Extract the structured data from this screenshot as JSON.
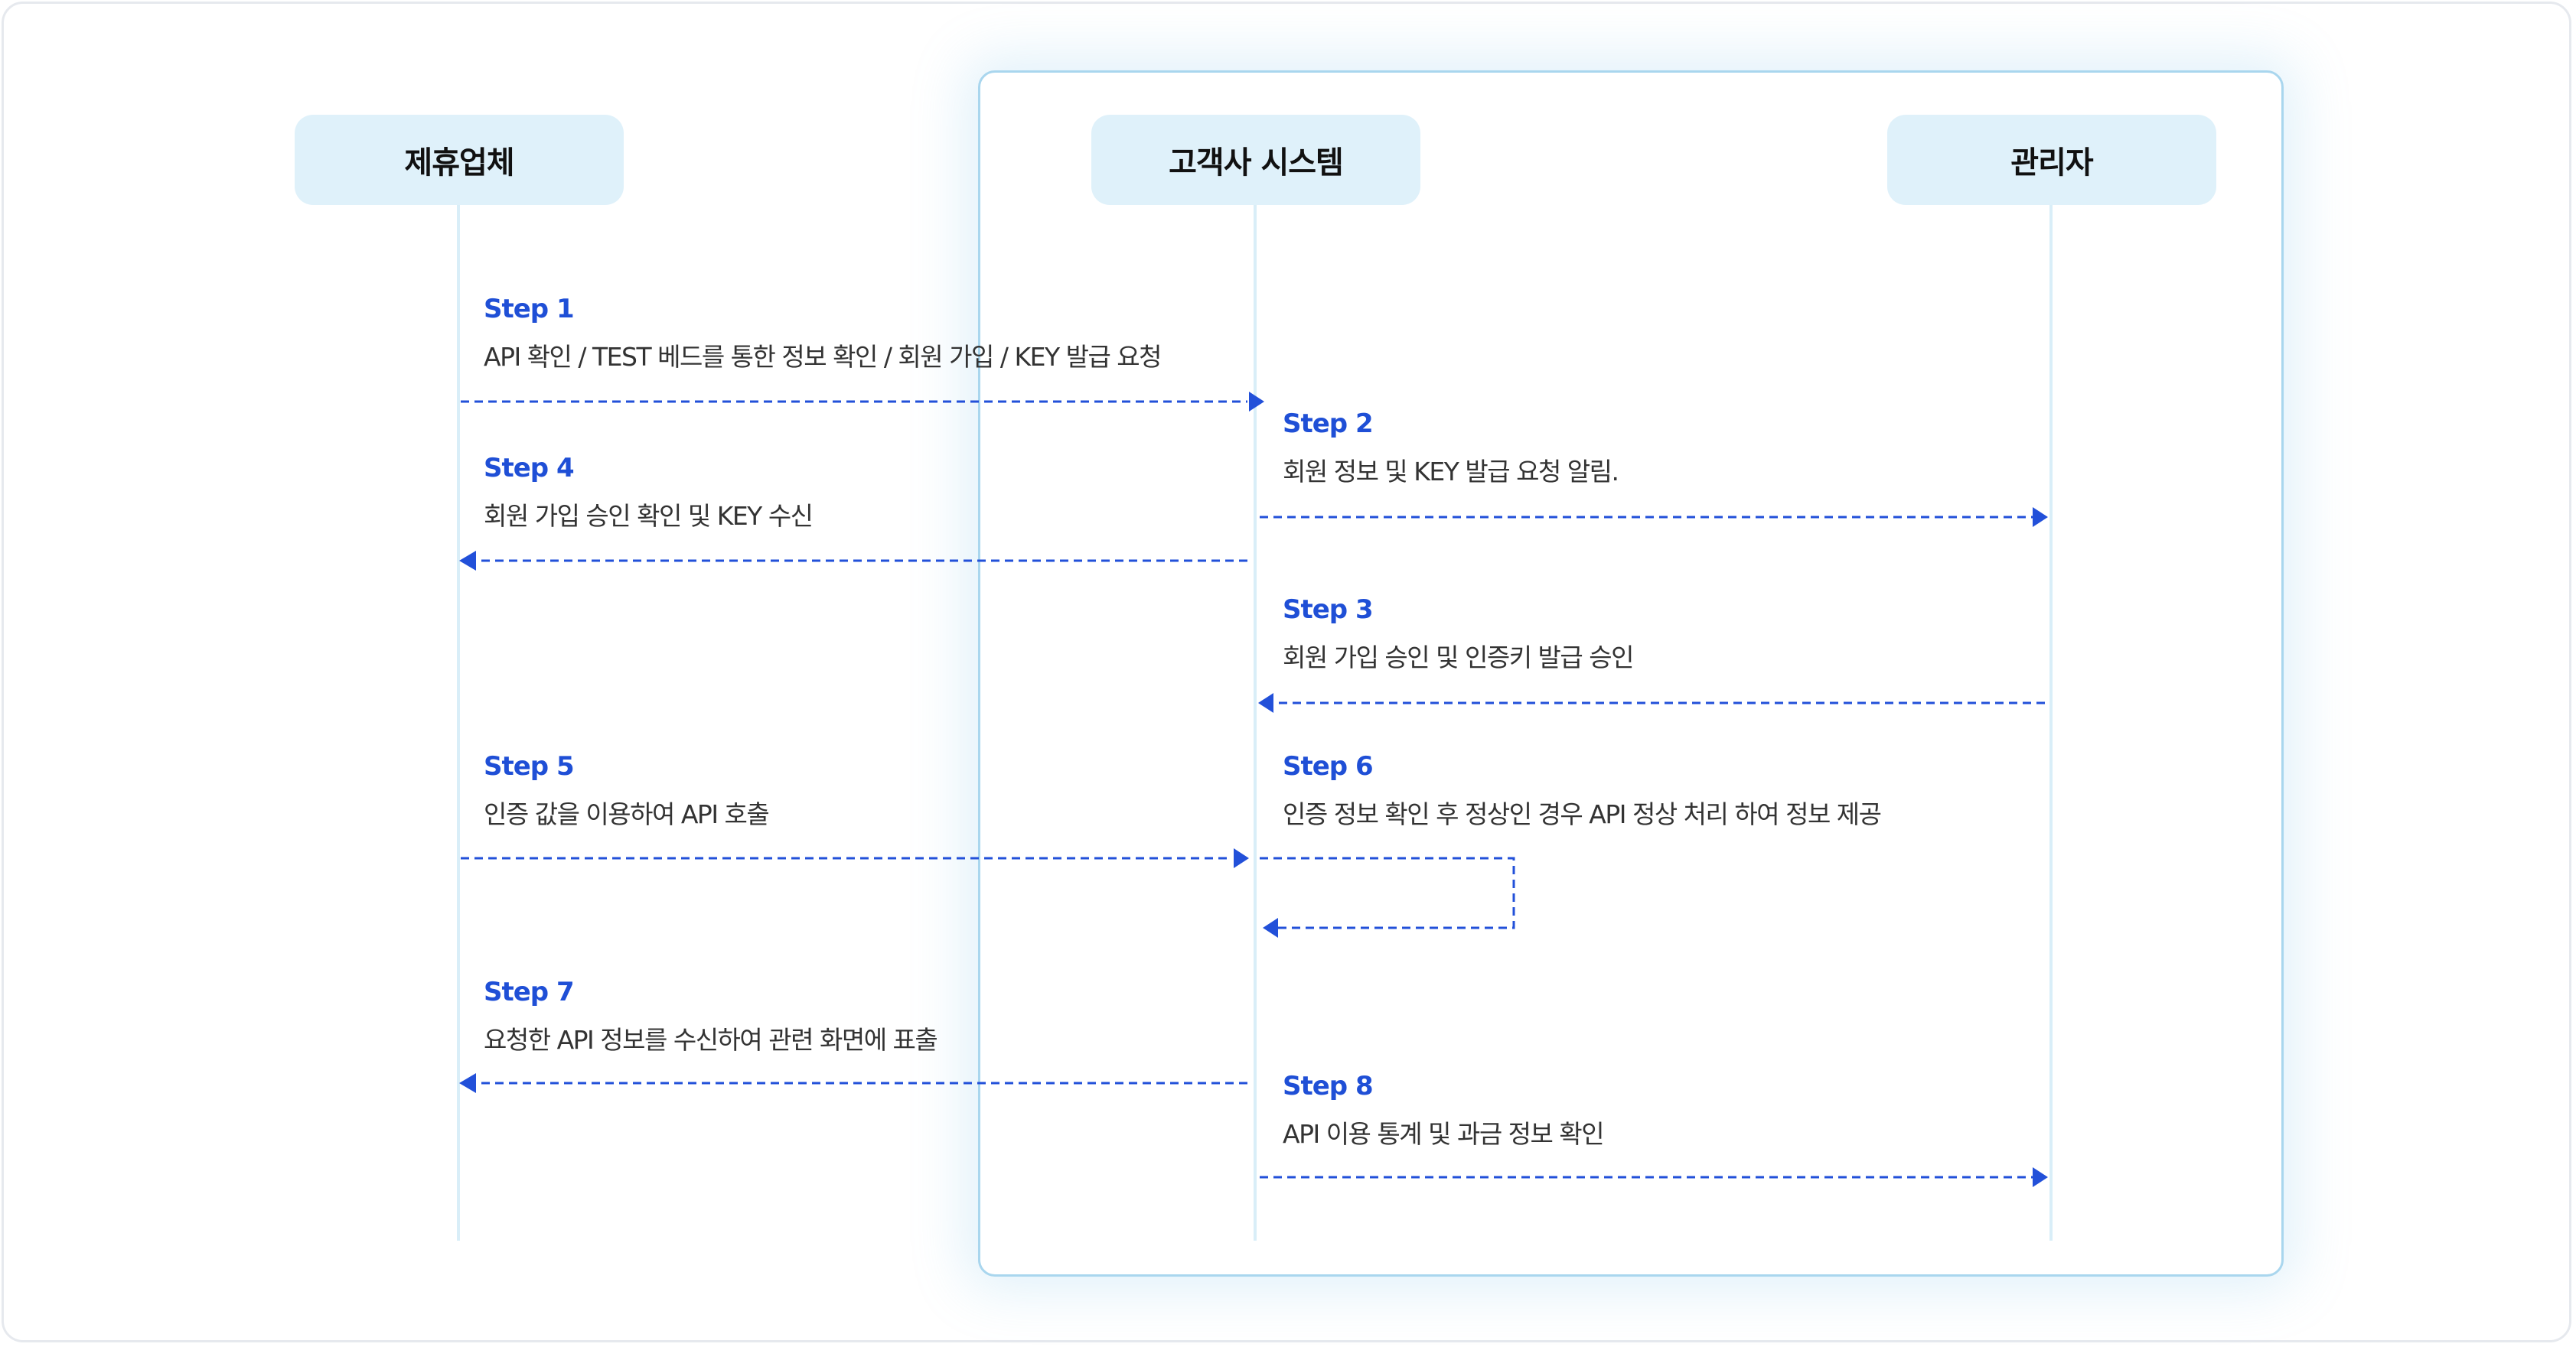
{
  "actors": {
    "partner": "제휴업체",
    "system": "고객사 시스템",
    "admin": "관리자"
  },
  "steps": [
    {
      "title": "Step 1",
      "desc": "API 확인 / TEST 베드를 통한 정보 확인 / 회원 가입 / KEY 발급 요청"
    },
    {
      "title": "Step 2",
      "desc": "회원 정보 및 KEY 발급 요청 알림."
    },
    {
      "title": "Step 3",
      "desc": "회원 가입 승인 및 인증키 발급 승인"
    },
    {
      "title": "Step 4",
      "desc": "회원 가입 승인 확인 및 KEY 수신"
    },
    {
      "title": "Step 5",
      "desc": "인증 값을 이용하여 API 호출"
    },
    {
      "title": "Step 6",
      "desc": "인증 정보 확인 후 정상인 경우 API 정상 처리 하여 정보 제공"
    },
    {
      "title": "Step 7",
      "desc": "요청한 API 정보를 수신하여 관련 화면에 표출"
    },
    {
      "title": "Step 8",
      "desc": "API 이용 통계 및 과금 정보 확인"
    }
  ],
  "colors": {
    "arrow": "#2250d9",
    "step_title": "#1f4fd6",
    "actor_bg": "#dff1fa",
    "lifeline": "#d9eef8",
    "system_border": "#a9d6ee"
  }
}
